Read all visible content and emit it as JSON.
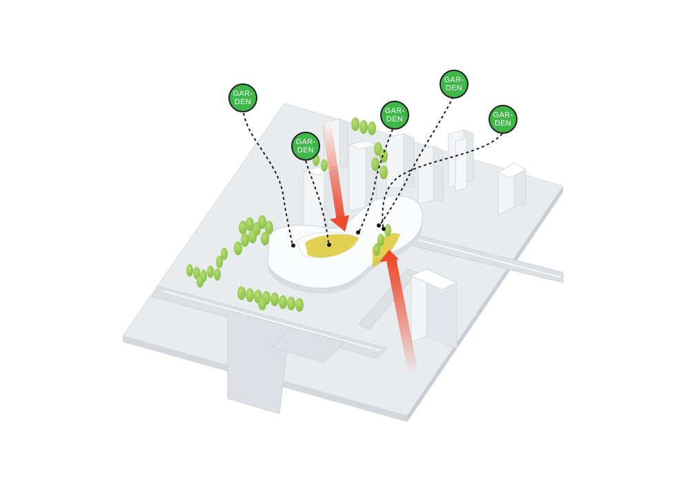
{
  "labels": {
    "garden_1": "GAR-\nDEN",
    "garden_2": "GAR-\nDEN",
    "garden_3": "GAR-\nDEN",
    "garden_4": "GAR-\nDEN",
    "garden_5": "GAR-\nDEN"
  },
  "colors": {
    "badge_fill": "#3fb84a",
    "badge_stroke": "#1f1f1f",
    "arrow": "#ee4a2c",
    "garden_highlight": "#d9c21e",
    "tree": "#8cc63f",
    "ground": "#e4e8ec",
    "building": "#f6f7f9"
  }
}
